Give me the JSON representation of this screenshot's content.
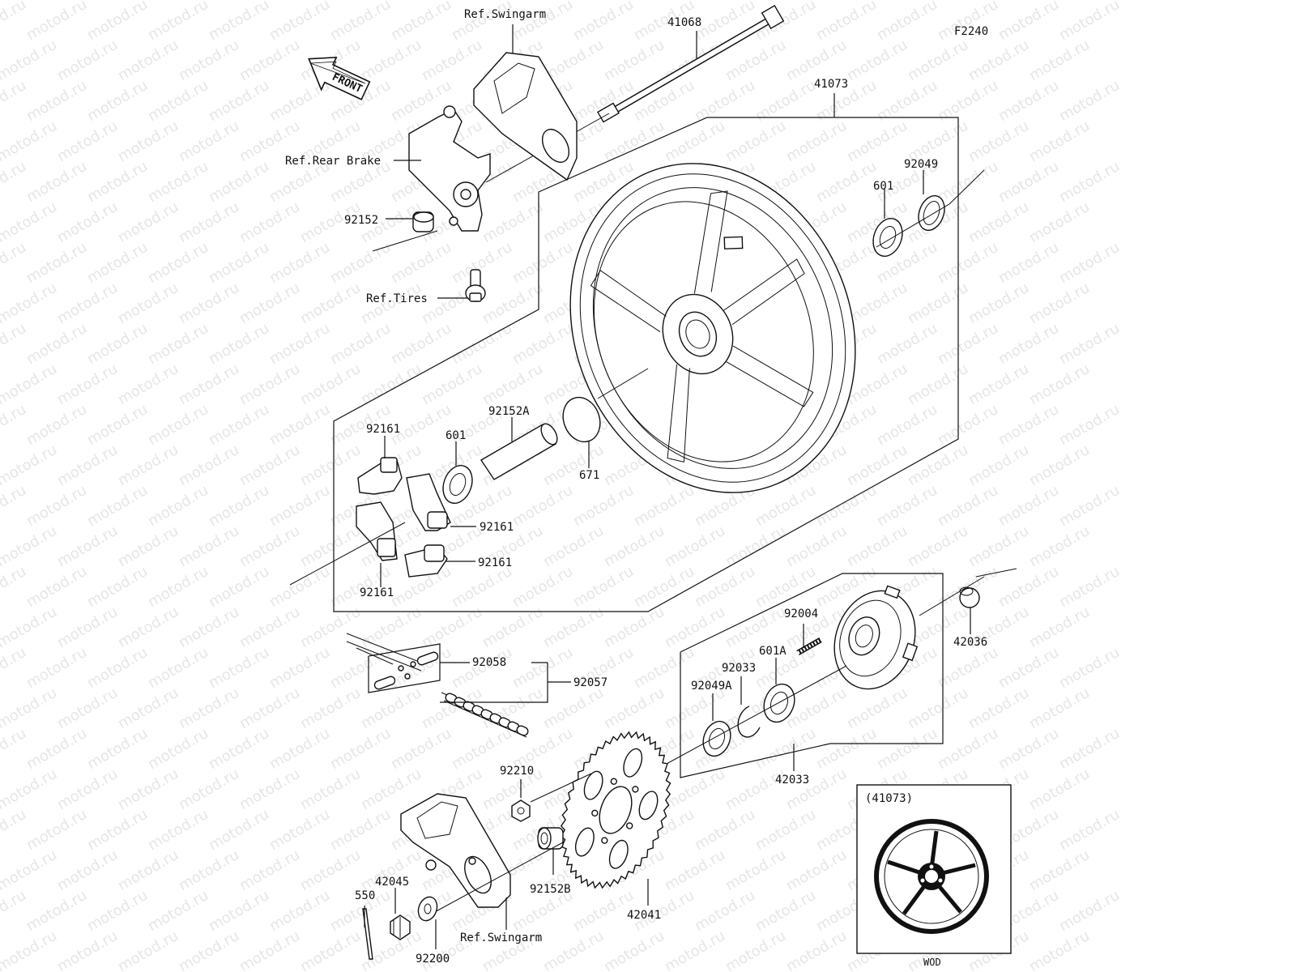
{
  "figure_code": "F2240",
  "front_arrow": "FRONT",
  "watermark": "motod.ru",
  "inset": {
    "title": "(41073)",
    "caption": "WOD"
  },
  "labels": {
    "ref_swingarm_top": "Ref.Swingarm",
    "ref_rear_brake": "Ref.Rear Brake",
    "ref_tires": "Ref.Tires",
    "ref_swingarm_bottom": "Ref.Swingarm",
    "p41068": "41068",
    "p41073": "41073",
    "p92049": "92049",
    "p601_top": "601",
    "p92152": "92152",
    "p92152A": "92152A",
    "p601_mid": "601",
    "p671": "671",
    "p92161_a": "92161",
    "p92161_b": "92161",
    "p92161_c": "92161",
    "p92161_d": "92161",
    "p92004": "92004",
    "p601A": "601A",
    "p92033": "92033",
    "p92049A": "92049A",
    "p42036": "42036",
    "p42033": "42033",
    "p92058": "92058",
    "p92057": "92057",
    "p92210": "92210",
    "p92152B": "92152B",
    "p42041": "42041",
    "p42045": "42045",
    "p550": "550",
    "p92200": "92200"
  }
}
